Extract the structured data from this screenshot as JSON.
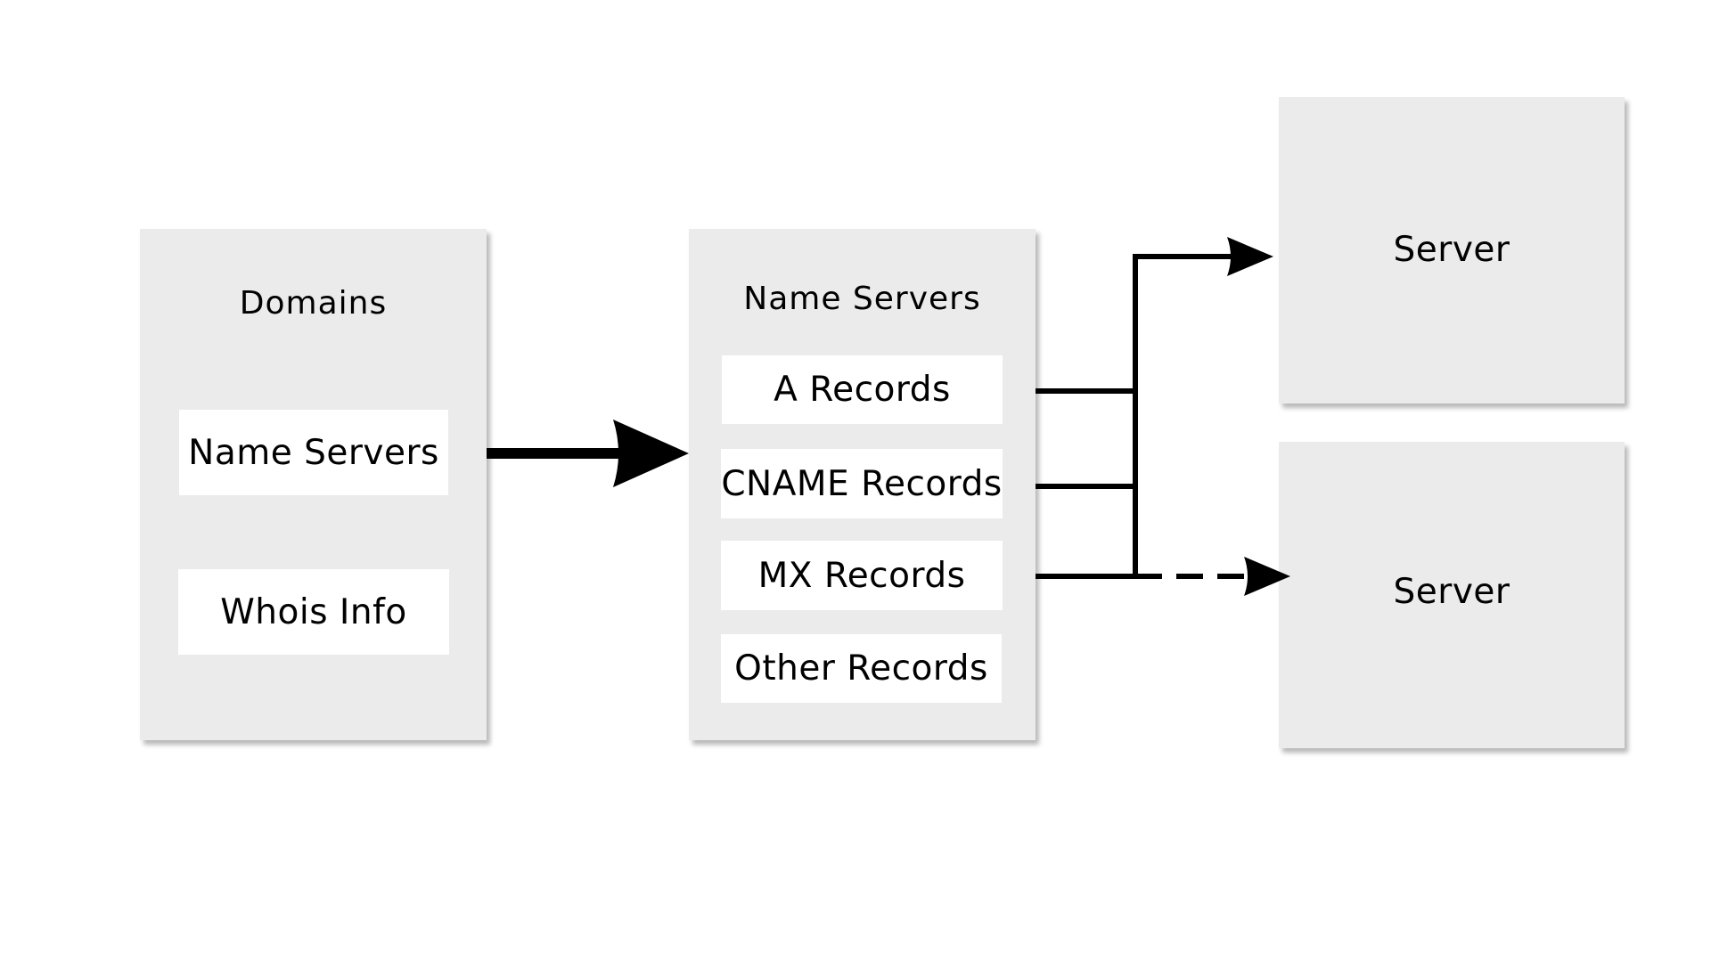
{
  "domains_panel": {
    "title": "Domains",
    "items": [
      "Name Servers",
      "Whois Info"
    ]
  },
  "nameservers_panel": {
    "title": "Name Servers",
    "items": [
      "A Records",
      "CNAME Records",
      "MX Records",
      "Other Records"
    ]
  },
  "servers": [
    {
      "label": "Server"
    },
    {
      "label": "Server"
    }
  ],
  "colors": {
    "panel_fill": "#ebebeb",
    "item_fill": "#ffffff",
    "line": "#000000"
  }
}
